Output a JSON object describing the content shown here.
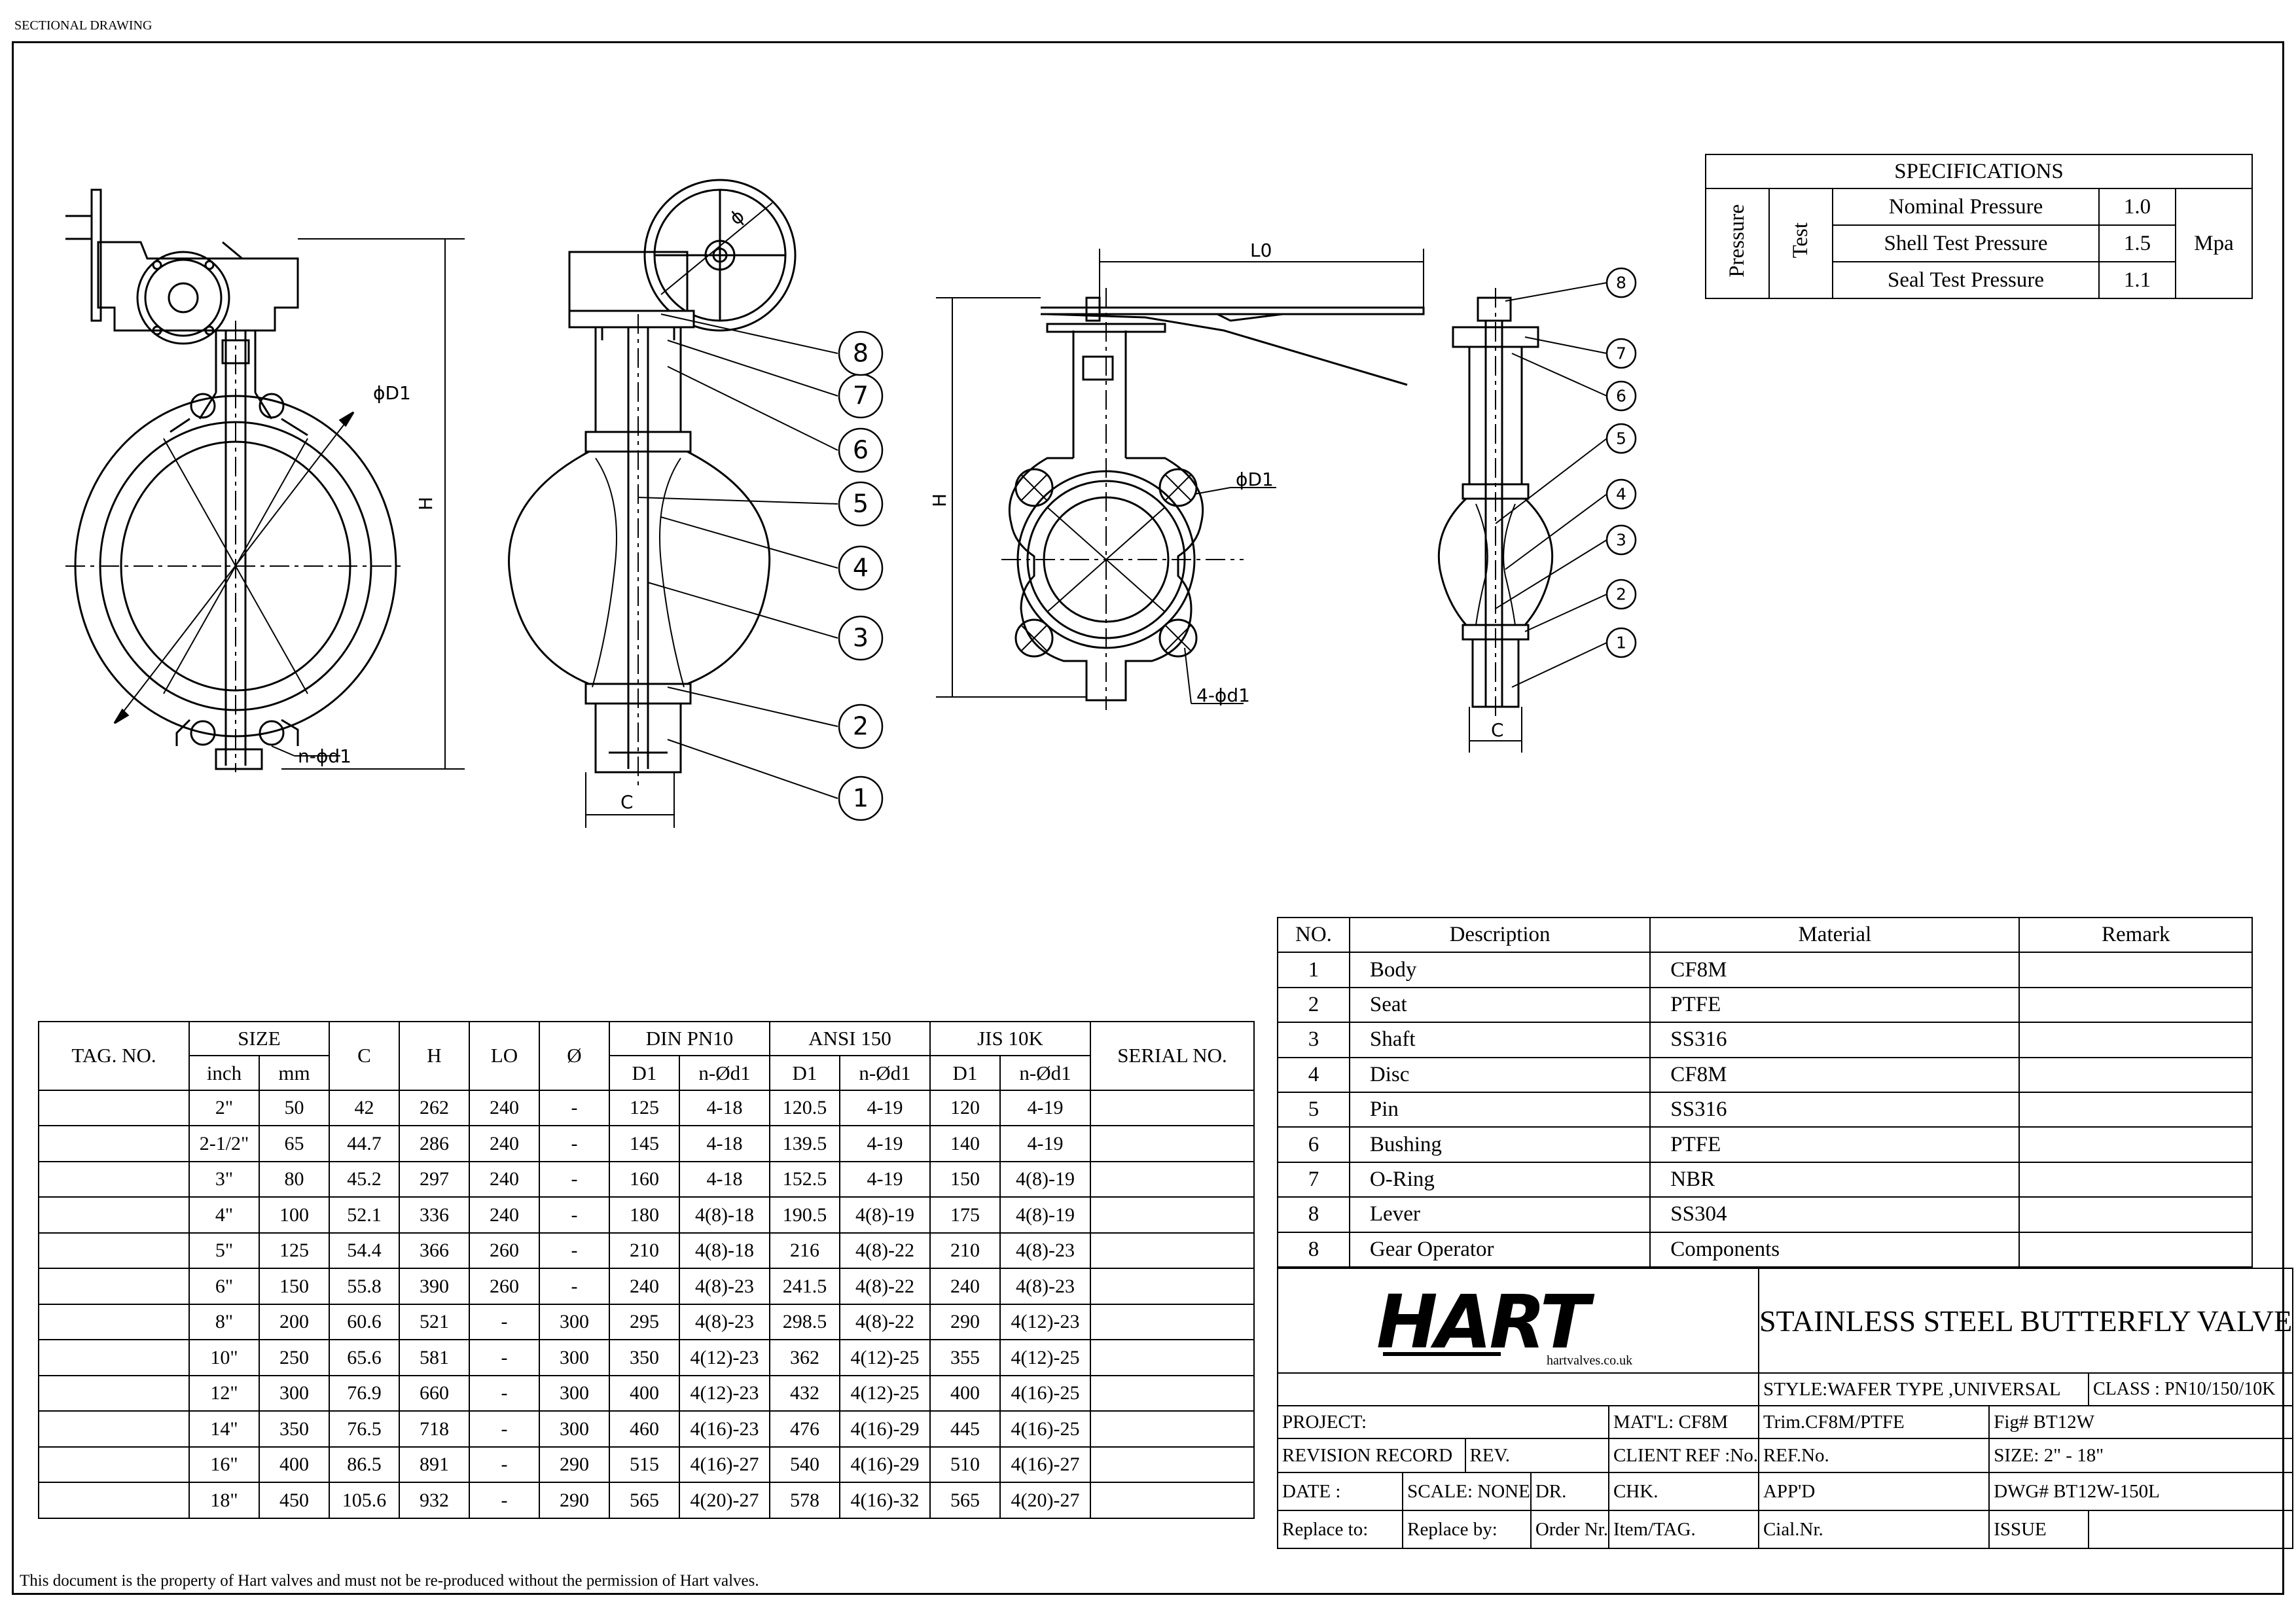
{
  "header": {
    "label": "SECTIONAL DRAWING"
  },
  "footer": {
    "notice": "This document is the property of Hart valves and must not be re-produced without the permission of Hart valves."
  },
  "drawing": {
    "dims": {
      "phiD1": "ϕD1",
      "H": "H",
      "nphid1": "n-ϕd1",
      "C": "C",
      "phi": "ϕ",
      "L0": "L0",
      "fourphid1": "4-ϕd1"
    },
    "balloons": [
      "1",
      "2",
      "3",
      "4",
      "5",
      "6",
      "7",
      "8"
    ]
  },
  "specifications": {
    "title": "SPECIFICATIONS",
    "group1": "Pressure",
    "group2": "Test",
    "unit": "Mpa",
    "rows": [
      {
        "label": "Nominal Pressure",
        "value": "1.0"
      },
      {
        "label": "Shell Test Pressure",
        "value": "1.5"
      },
      {
        "label": "Seal Test Pressure",
        "value": "1.1"
      }
    ]
  },
  "size_table": {
    "headers": {
      "tag": "TAG. NO.",
      "size": "SIZE",
      "inch": "inch",
      "mm": "mm",
      "c": "C",
      "h": "H",
      "lo": "LO",
      "phi": "Ø",
      "din": "DIN PN10",
      "ansi": "ANSI 150",
      "jis": "JIS 10K",
      "d1": "D1",
      "nd1": "n-Ød1",
      "serial": "SERIAL NO."
    },
    "rows": [
      [
        "2\"",
        "50",
        "42",
        "262",
        "240",
        "-",
        "125",
        "4-18",
        "120.5",
        "4-19",
        "120",
        "4-19"
      ],
      [
        "2-1/2\"",
        "65",
        "44.7",
        "286",
        "240",
        "-",
        "145",
        "4-18",
        "139.5",
        "4-19",
        "140",
        "4-19"
      ],
      [
        "3\"",
        "80",
        "45.2",
        "297",
        "240",
        "-",
        "160",
        "4-18",
        "152.5",
        "4-19",
        "150",
        "4(8)-19"
      ],
      [
        "4\"",
        "100",
        "52.1",
        "336",
        "240",
        "-",
        "180",
        "4(8)-18",
        "190.5",
        "4(8)-19",
        "175",
        "4(8)-19"
      ],
      [
        "5\"",
        "125",
        "54.4",
        "366",
        "260",
        "-",
        "210",
        "4(8)-18",
        "216",
        "4(8)-22",
        "210",
        "4(8)-23"
      ],
      [
        "6\"",
        "150",
        "55.8",
        "390",
        "260",
        "-",
        "240",
        "4(8)-23",
        "241.5",
        "4(8)-22",
        "240",
        "4(8)-23"
      ],
      [
        "8\"",
        "200",
        "60.6",
        "521",
        "-",
        "300",
        "295",
        "4(8)-23",
        "298.5",
        "4(8)-22",
        "290",
        "4(12)-23"
      ],
      [
        "10\"",
        "250",
        "65.6",
        "581",
        "-",
        "300",
        "350",
        "4(12)-23",
        "362",
        "4(12)-25",
        "355",
        "4(12)-25"
      ],
      [
        "12\"",
        "300",
        "76.9",
        "660",
        "-",
        "300",
        "400",
        "4(12)-23",
        "432",
        "4(12)-25",
        "400",
        "4(16)-25"
      ],
      [
        "14\"",
        "350",
        "76.5",
        "718",
        "-",
        "300",
        "460",
        "4(16)-23",
        "476",
        "4(16)-29",
        "445",
        "4(16)-25"
      ],
      [
        "16\"",
        "400",
        "86.5",
        "891",
        "-",
        "290",
        "515",
        "4(16)-27",
        "540",
        "4(16)-29",
        "510",
        "4(16)-27"
      ],
      [
        "18\"",
        "450",
        "105.6",
        "932",
        "-",
        "290",
        "565",
        "4(20)-27",
        "578",
        "4(16)-32",
        "565",
        "4(20)-27"
      ]
    ]
  },
  "parts_table": {
    "headers": {
      "no": "NO.",
      "desc": "Description",
      "material": "Material",
      "remark": "Remark"
    },
    "rows": [
      {
        "no": "1",
        "desc": "Body",
        "material": "CF8M"
      },
      {
        "no": "2",
        "desc": "Seat",
        "material": "PTFE"
      },
      {
        "no": "3",
        "desc": "Shaft",
        "material": "SS316"
      },
      {
        "no": "4",
        "desc": "Disc",
        "material": "CF8M"
      },
      {
        "no": "5",
        "desc": "Pin",
        "material": "SS316"
      },
      {
        "no": "6",
        "desc": "Bushing",
        "material": "PTFE"
      },
      {
        "no": "7",
        "desc": "O-Ring",
        "material": "NBR"
      },
      {
        "no": "8",
        "desc": "Lever",
        "material": "SS304"
      },
      {
        "no": "8",
        "desc": "Gear Operator",
        "material": "Components"
      }
    ]
  },
  "title_block": {
    "logo": "HART",
    "website": "hartvalves.co.uk",
    "title": "STAINLESS STEEL BUTTERFLY VALVE",
    "style": "STYLE:WAFER TYPE ,UNIVERSAL",
    "class": "CLASS : PN10/150/10K",
    "project": "PROJECT:",
    "matl": "MAT'L: CF8M",
    "trim": "Trim.CF8M/PTFE",
    "fig": "Fig#  BT12W",
    "revision_record": "REVISION RECORD",
    "rev": "REV.",
    "client_ref": "CLIENT REF :No.",
    "ref_no": "REF.No.",
    "size": "SIZE:  2\" - 18\"",
    "date": "DATE :",
    "scale": "SCALE: NONE",
    "dr": "DR.",
    "chk": "CHK.",
    "appd": "APP'D",
    "dwg": "DWG#  BT12W-150L",
    "replace_to": "Replace to:",
    "replace_by": "Replace by:",
    "order_nr": "Order Nr.",
    "item_tag": "Item/TAG.",
    "cial_nr": "Cial.Nr.",
    "issue": "ISSUE"
  }
}
